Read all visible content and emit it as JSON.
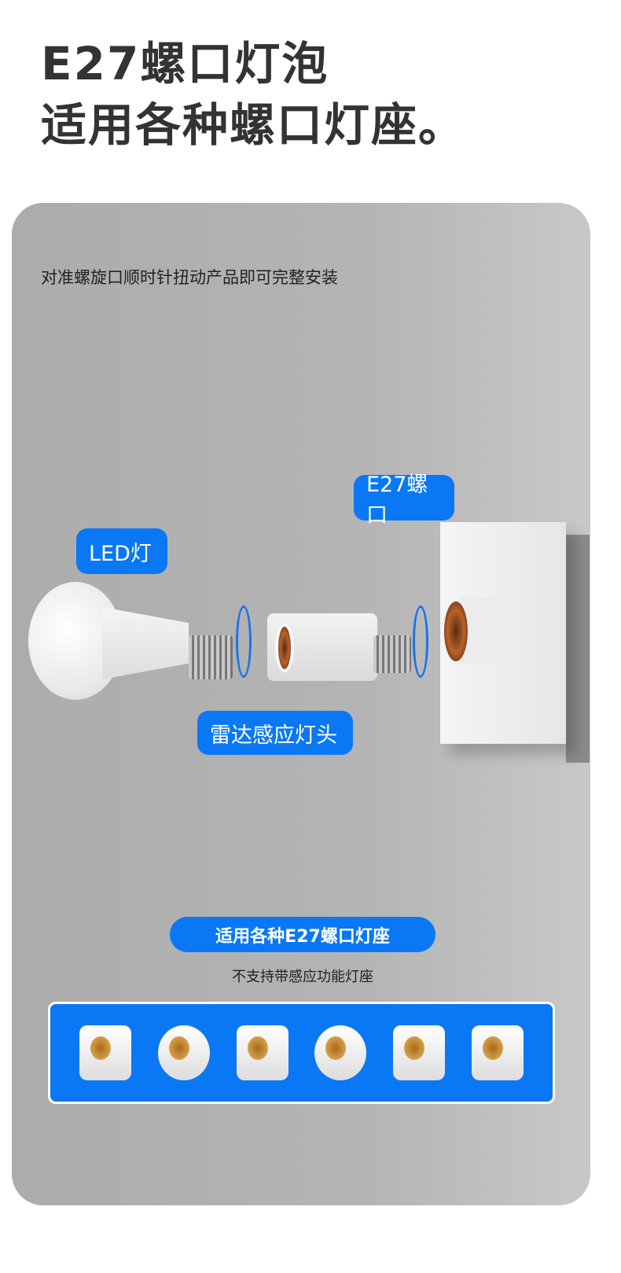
{
  "header": {
    "title_line1": "E27螺口灯泡",
    "title_line2": "适用各种螺口灯座。"
  },
  "panel": {
    "subtitle": "对准螺旋口顺时针扭动产品即可完整安装",
    "labels": {
      "led": "LED灯",
      "e27": "E27螺口",
      "radar": "雷达感应灯头"
    },
    "compat_title": "适用各种E27螺口灯座",
    "compat_note": "不支持带感应功能灯座",
    "accent_color": "#0a78f5"
  }
}
